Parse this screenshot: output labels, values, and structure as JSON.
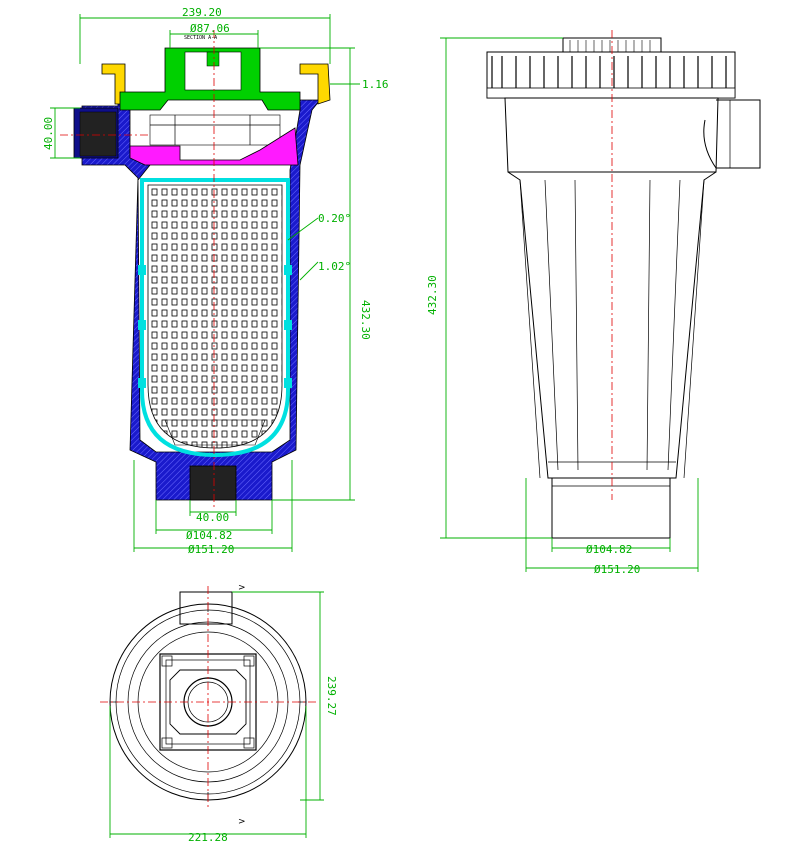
{
  "section_view": {
    "section_label": "SECTION A-A",
    "dim_overall_width": "239.20",
    "dim_cap_diameter": "Ø87.06",
    "dim_thread": "1.16",
    "dim_inlet": "40.00",
    "dim_screen_gap": "0.20°",
    "dim_wall": "1.02°",
    "dim_height": "432.30",
    "dim_outlet": "40.00",
    "dim_outlet_diameter": "Ø104.82",
    "dim_base_diameter": "Ø151.20"
  },
  "side_view": {
    "dim_height": "432.30",
    "dim_outlet_diameter": "Ø104.82",
    "dim_base_diameter": "Ø151.20"
  },
  "top_view": {
    "dim_height": "239.27",
    "dim_width": "221.28"
  },
  "colors": {
    "body_section": "#1a1acc",
    "screen_section": "#00e0e0",
    "cap_section": "#00d000",
    "ring_section": "#ffd800",
    "seal_section": "#ff1aff",
    "dimension": "#00b000",
    "centerline": "#e00000",
    "outline": "#000000"
  },
  "icons": [
    "section-arrow-icon"
  ]
}
